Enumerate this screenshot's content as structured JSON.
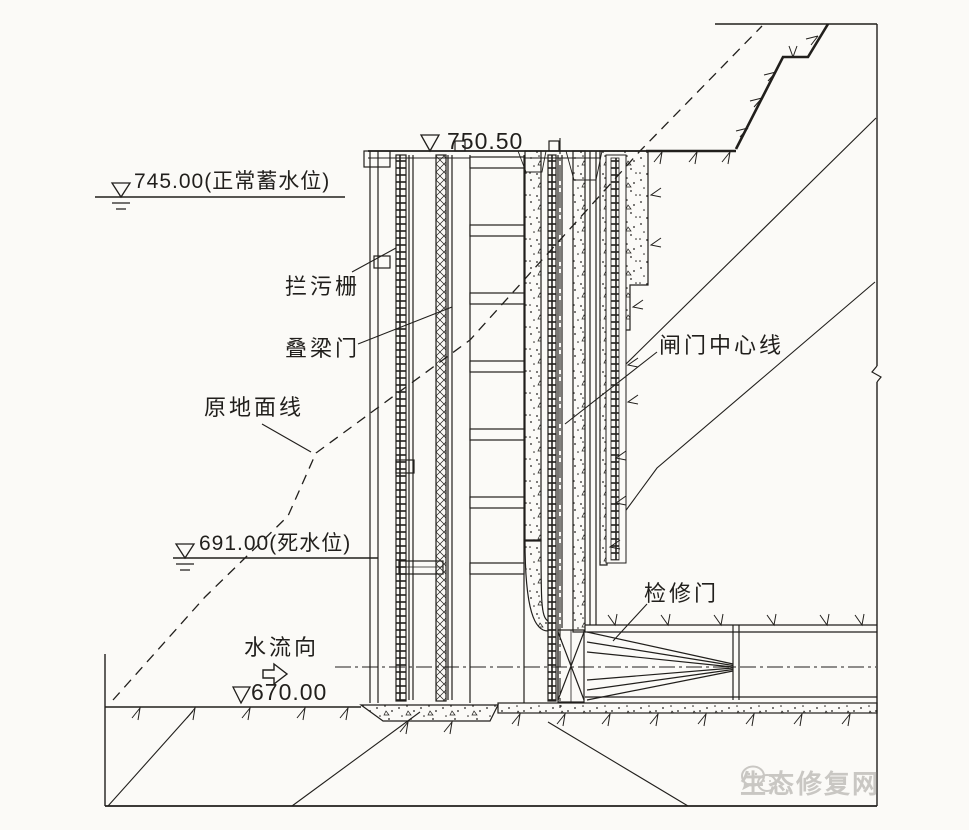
{
  "drawing": {
    "type": "dam-intake-tower-cross-section",
    "elevations": {
      "crest": {
        "symbol": "water-level-icon",
        "value": "750.50"
      },
      "normal_pool": {
        "symbol": "water-level-icon",
        "text": "745.00(正常蓄水位)"
      },
      "dead_pool": {
        "symbol": "water-level-icon",
        "text": "691.00(死水位)"
      },
      "floor": {
        "symbol": "water-level-icon",
        "value": "670.00"
      }
    },
    "labels": {
      "trash_rack": "拦污栅",
      "stoplog_gate": "叠梁门",
      "original_ground": "原地面线",
      "gate_centerline": "闸门中心线",
      "maintenance_gate": "检修门",
      "flow_direction": "水流向"
    },
    "icons": [
      "water-level-icon",
      "flow-arrow-icon",
      "wechat-logo-icon"
    ],
    "watermark": {
      "text": "生态修复网"
    },
    "colors": {
      "ink": "#211f1c",
      "paper": "#fbfaf7",
      "watermark": "#c9c7c3"
    }
  }
}
